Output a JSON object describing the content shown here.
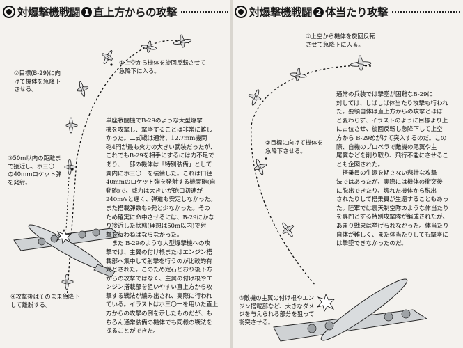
{
  "left": {
    "title": "対爆撃機戦闘",
    "number": "1",
    "subtitle": "直上方からの攻撃",
    "step1": "①上空から機体を旋回反転させて\n急降下に入る。",
    "step2": "②目標(B-29)に向\nけて機体を急降下\nさせる。",
    "step3": "③50m以内の距離ま\nで接近し、ホ三〇一\nの40mmロケット弾\nを発射。",
    "step4": "④攻撃後はそのまま急降下\nして離脱する。",
    "body": "単座戦闘機でB-29のような大型爆撃\n機を攻撃し、撃墜することは非常に難し\nかった。二式戦は通常、12.7mm機関\n砲4門が最も火力の大きい武装だったが、\nこれでもB-29を相手にするには力不足で\nあり、一部の機体は「特別装備」として\n翼内にホ三〇一を装備した。これは口径\n40mmのロケット弾を発射する機関砲(自\n動砲)で、威力は大きいが砲口初速が\n240m/sと遅く、弾道も安定しなかった。\nまた搭載弾数も9発と少なかった。その\nため確実に命中させるには、B-29にかな\nり接近した状態(理想は50m以内)で射\n撃を行わねばならなかった。\n　また B-29のような大型爆撃機への攻\n撃では、主翼の付け根またはエンジン搭\n載部へ集中して射撃を行うのが比較的有\n効とされた。このため定石どおり後下方\nからの攻撃ではなく、主翼の付け根やエ\nンジン搭載部を狙いやすい直上方から攻\n撃する戦法が編み出され、実際に行われ\nている。イラストはホ三〇一を用いた直上\n方からの攻撃の例を示したものだが、も\nちろん通常装備の機体でも同様の戦法を\n採ることができた。"
  },
  "right": {
    "title": "対爆撃機戦闘",
    "number": "2",
    "subtitle": "体当たり攻撃",
    "step1": "①上空から機体を旋回反転\nさせて急降下に入る。",
    "step2": "②目標に向けて機体を\n急降下させる。",
    "step3": "③敵機の主翼の付け根やエン\nジン搭載部など、大きなダメー\nジを与えられる部分を狙って\n衝突させる。",
    "body": "通常の兵装では撃墜が困難なB-29に\n対しては、しばしば体当たり攻撃も行われ\nた。要領自体は直上方からの攻撃とほぼ\nと変わらず、イラストのように目標より上\nに占位させ、旋回反転し急降下して上空\n方から B-29めがけて突入するのだ。この\n際、自機のプロペラで敵機の尾翼や主\n尾翼などを削り取り、飛行不能にさせるこ\nとも企図された。\n　搭乗員の生還を期さない悲壮な攻撃\n法ではあったが、実際には機体の衝突後\nに脱出できたり、壊れた機体から脱出\nされたりして搭乗員が生還することもあっ\nた。陸軍では震天制空隊のような体当たり\nを専門とする特別攻撃隊が編成されたが、\nあまり戦果は挙げられなかった。体当たり\n自体が難しく、また体当たりしても撃墜に\nは撃墜できなかったのだ。"
  }
}
